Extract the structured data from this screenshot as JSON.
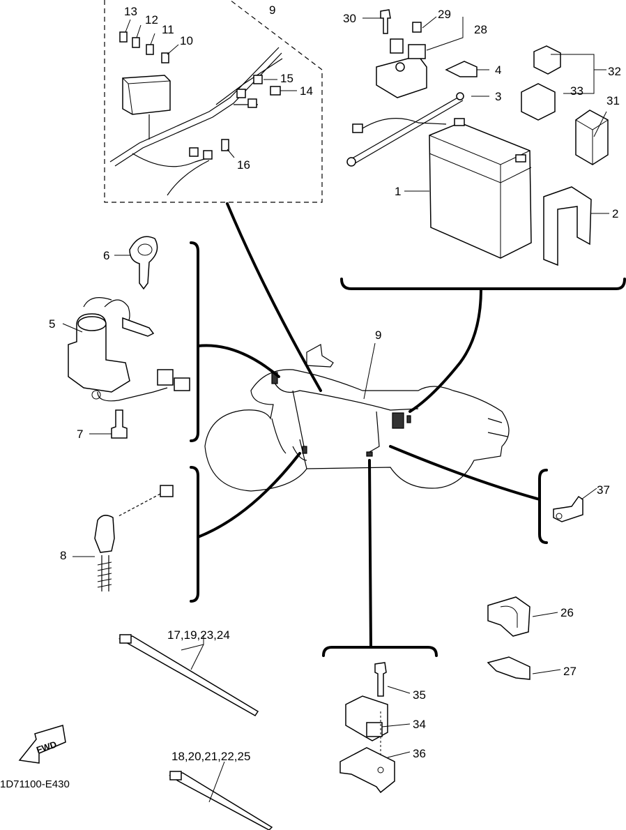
{
  "diagram": {
    "code": "1D71100-E430",
    "fwd_label": "FWD",
    "parts": [
      {
        "id": "p1",
        "label": "1",
        "name": "battery"
      },
      {
        "id": "p2",
        "label": "2",
        "name": "battery-band"
      },
      {
        "id": "p3",
        "label": "3",
        "name": "battery-lead"
      },
      {
        "id": "p4",
        "label": "4",
        "name": "terminal-cover"
      },
      {
        "id": "p5",
        "label": "5",
        "name": "main-switch"
      },
      {
        "id": "p6",
        "label": "6",
        "name": "key"
      },
      {
        "id": "p7",
        "label": "7",
        "name": "bolt"
      },
      {
        "id": "p8",
        "label": "8",
        "name": "switch"
      },
      {
        "id": "p9a",
        "label": "9",
        "name": "wire-harness"
      },
      {
        "id": "p9b",
        "label": "9",
        "name": "wire-harness"
      },
      {
        "id": "p10",
        "label": "10",
        "name": "fuse"
      },
      {
        "id": "p11",
        "label": "11",
        "name": "fuse"
      },
      {
        "id": "p12",
        "label": "12",
        "name": "fuse"
      },
      {
        "id": "p13",
        "label": "13",
        "name": "fuse"
      },
      {
        "id": "p14",
        "label": "14",
        "name": "connector"
      },
      {
        "id": "p15",
        "label": "15",
        "name": "connector"
      },
      {
        "id": "p16",
        "label": "16",
        "name": "fuse"
      },
      {
        "id": "p17",
        "label": "17,19,23,24",
        "name": "band"
      },
      {
        "id": "p18",
        "label": "18,20,21,22,25",
        "name": "band"
      },
      {
        "id": "p26",
        "label": "26",
        "name": "clamp"
      },
      {
        "id": "p27",
        "label": "27",
        "name": "clamp"
      },
      {
        "id": "p28",
        "label": "28",
        "name": "starter-relay"
      },
      {
        "id": "p29",
        "label": "29",
        "name": "fuse"
      },
      {
        "id": "p30",
        "label": "30",
        "name": "bolt"
      },
      {
        "id": "p31",
        "label": "31",
        "name": "relay"
      },
      {
        "id": "p32",
        "label": "32",
        "name": "relay"
      },
      {
        "id": "p33",
        "label": "33",
        "name": "relay"
      },
      {
        "id": "p34",
        "label": "34",
        "name": "sensor"
      },
      {
        "id": "p35",
        "label": "35",
        "name": "bolt"
      },
      {
        "id": "p36",
        "label": "36",
        "name": "bracket"
      },
      {
        "id": "p37",
        "label": "37",
        "name": "bracket"
      }
    ]
  }
}
